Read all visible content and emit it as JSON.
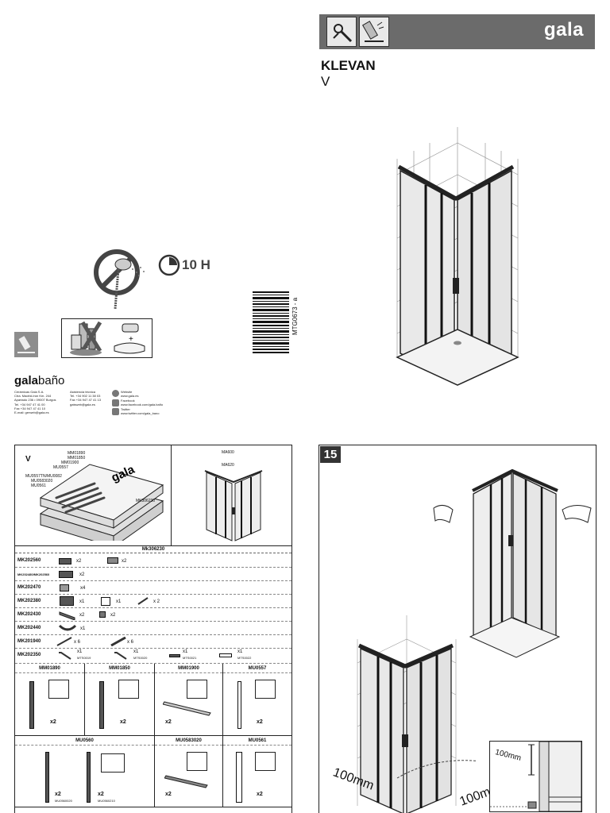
{
  "brand_bar": {
    "logo": "gala"
  },
  "model": {
    "name": "KLEVAN",
    "variant": "V"
  },
  "cure": {
    "duration": "10 H"
  },
  "barcode": {
    "code": "MTG0673 - a"
  },
  "footer": {
    "brand_bold": "gala",
    "brand_light": "baño",
    "company": [
      "Cerámicas Gala S.A.",
      "Ctra. Madrid-Irún Km. 244",
      "Apartado 236 • 09007 Burgos",
      "Tel. +34 947 47 41 00",
      "Fax +34 947 47 41 10",
      "E-mail: gerweb@gala.es"
    ],
    "service": [
      "Asistencia técnica",
      "Tel. +34 902 11 38 03",
      "Fax +34 947 47 41 13",
      "gatsweb@gala.es"
    ],
    "web": [
      "Website",
      "www.gala.es"
    ],
    "facebook": [
      "Facebook",
      "www.facebook.com/gala.baño"
    ],
    "twitter": [
      "Twitter",
      "www.twitter.com/gala_bano"
    ]
  },
  "kit": {
    "label": "V",
    "profile_refs": [
      "MM01890",
      "MM01850",
      "MM01900",
      "MU0557",
      "MU0557TN/MU0082",
      "MU0583020",
      "MU0561"
    ],
    "kit_ref": "MK306230",
    "door_refs": [
      "MA600",
      "MA620"
    ],
    "hardware_title": "Mk306230",
    "rows": [
      {
        "code": "MK202560",
        "qtys": [
          "x2",
          "x2"
        ]
      },
      {
        "code": "MK202480/MK202560",
        "qtys": [
          "x2"
        ]
      },
      {
        "code": "MK202470",
        "qtys": [
          "x4"
        ]
      },
      {
        "code": "MK202380",
        "qtys": [
          "x1",
          "x1",
          "x 2"
        ]
      },
      {
        "code": "MK202430",
        "qtys": [
          "x2",
          "x2"
        ]
      },
      {
        "code": "MK202440",
        "qtys": [
          "x1"
        ]
      },
      {
        "code": "MK201940",
        "qtys": [
          "x 6",
          "x 6"
        ]
      },
      {
        "code": "MK202350",
        "qtys": [
          "x1",
          "x1",
          "x1",
          "x1"
        ],
        "refs": [
          "MTS0019",
          "MTS0020",
          "MTS0021",
          "MTS0022"
        ]
      }
    ],
    "profiles": [
      {
        "code": "MM01890",
        "qty": "x2"
      },
      {
        "code": "MM01850",
        "qty": "x2"
      },
      {
        "code": "MM01900",
        "qty": "x2"
      },
      {
        "code": "MU0557",
        "qty": "x2"
      }
    ],
    "profiles2": [
      {
        "code": "MU0560",
        "qtys": [
          "x2",
          "x2"
        ],
        "refs": [
          "MU0560020",
          "MU0560210"
        ]
      },
      {
        "code": "MU0583020",
        "qtys": [
          "x2"
        ]
      },
      {
        "code": "MU0561",
        "qtys": [
          "x2"
        ]
      }
    ]
  },
  "step": {
    "number": "15",
    "dim_left": "100mm",
    "dim_right": "100mm",
    "dim_detail": "100mm"
  }
}
